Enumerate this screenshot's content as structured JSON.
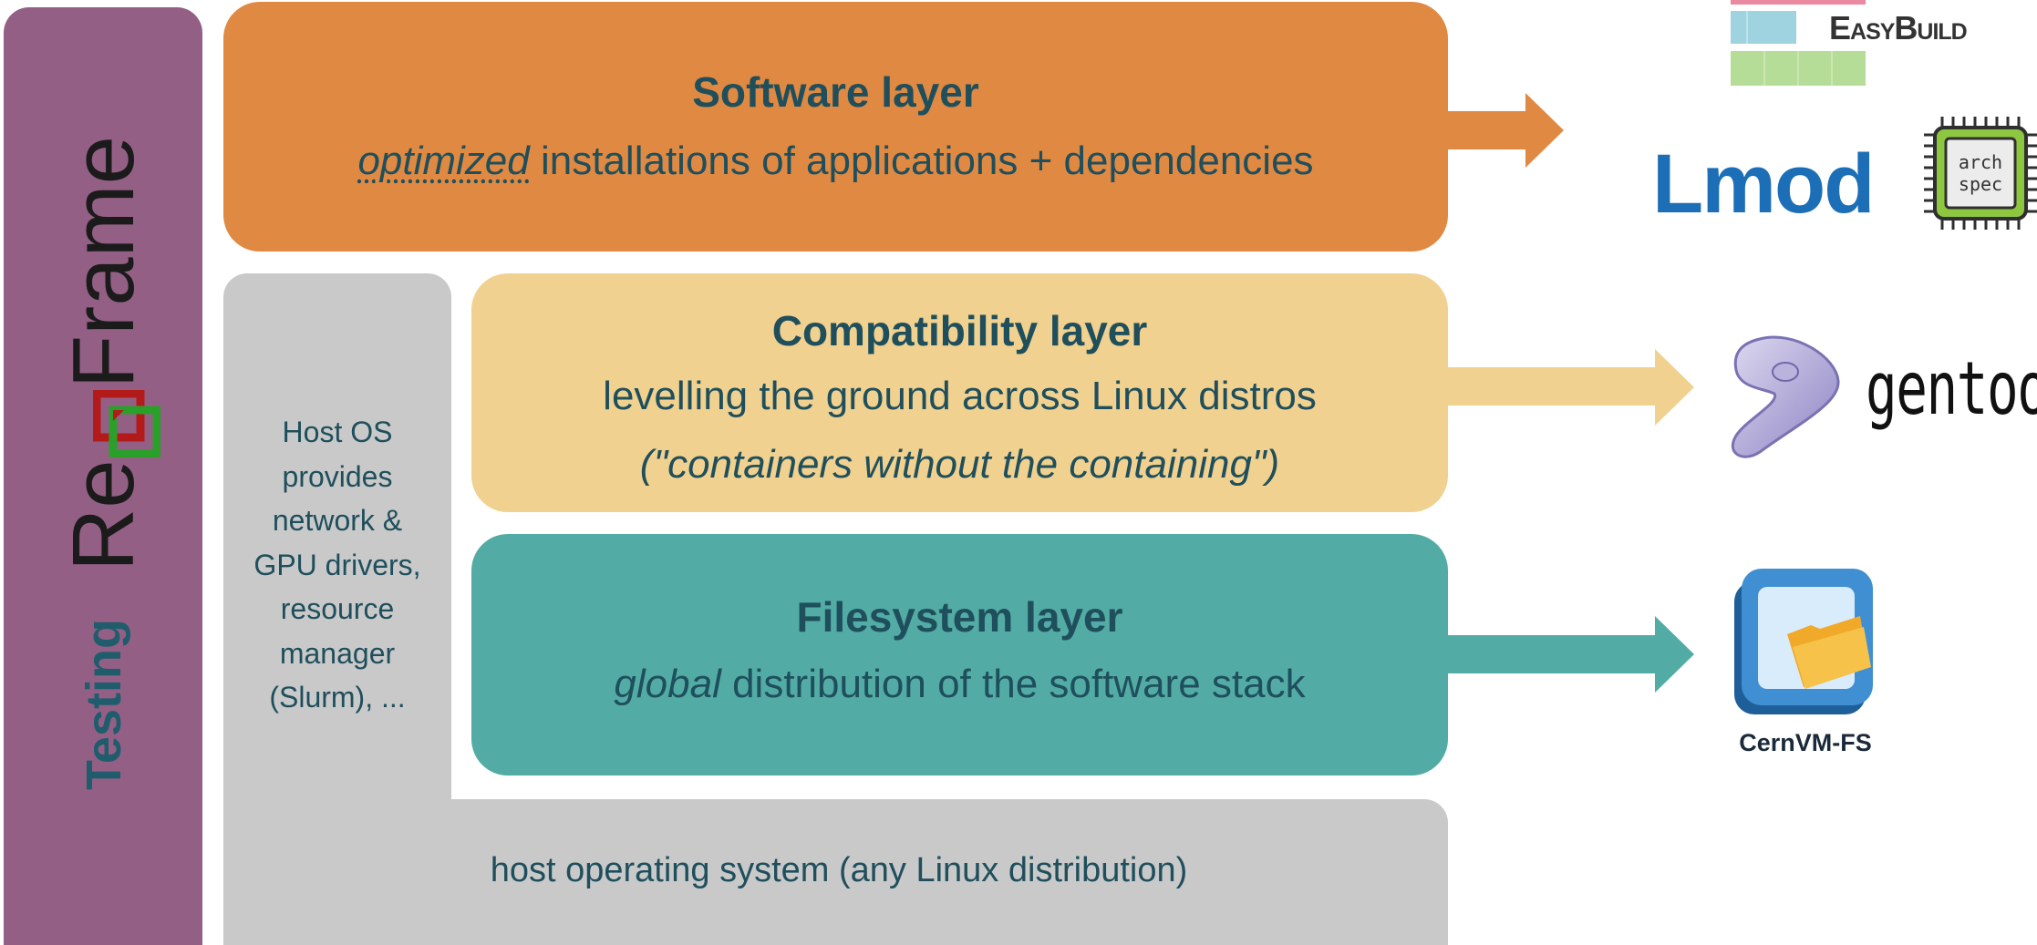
{
  "testing_bar": {
    "framework_prefix": "Re",
    "framework_suffix": "Frame",
    "label": "Testing"
  },
  "layers": {
    "software": {
      "title": "Software layer",
      "emphasis": "optimized",
      "rest": " installations of applications + dependencies",
      "color": "#e08942"
    },
    "compatibility": {
      "title": "Compatibility layer",
      "line1": "levelling the ground across Linux distros",
      "line2": "(\"containers without the containing\")",
      "color": "#f1d18f"
    },
    "filesystem": {
      "title": "Filesystem layer",
      "emphasis": "global",
      "rest": " distribution of the software stack",
      "color": "#52aca5"
    }
  },
  "host": {
    "column_lines": [
      "Host OS",
      "provides",
      "network &",
      "GPU drivers,",
      "resource",
      "manager",
      "(Slurm), ..."
    ],
    "bottom": "host operating system (any Linux distribution)",
    "color": "#c9c9c9"
  },
  "logos": {
    "easybuild": "EasyBuild",
    "lmod": "Lmod",
    "archspec_line1": "arch",
    "archspec_line2": "spec",
    "gentoo": "gentoo",
    "cvmfs": "CernVM-FS"
  }
}
